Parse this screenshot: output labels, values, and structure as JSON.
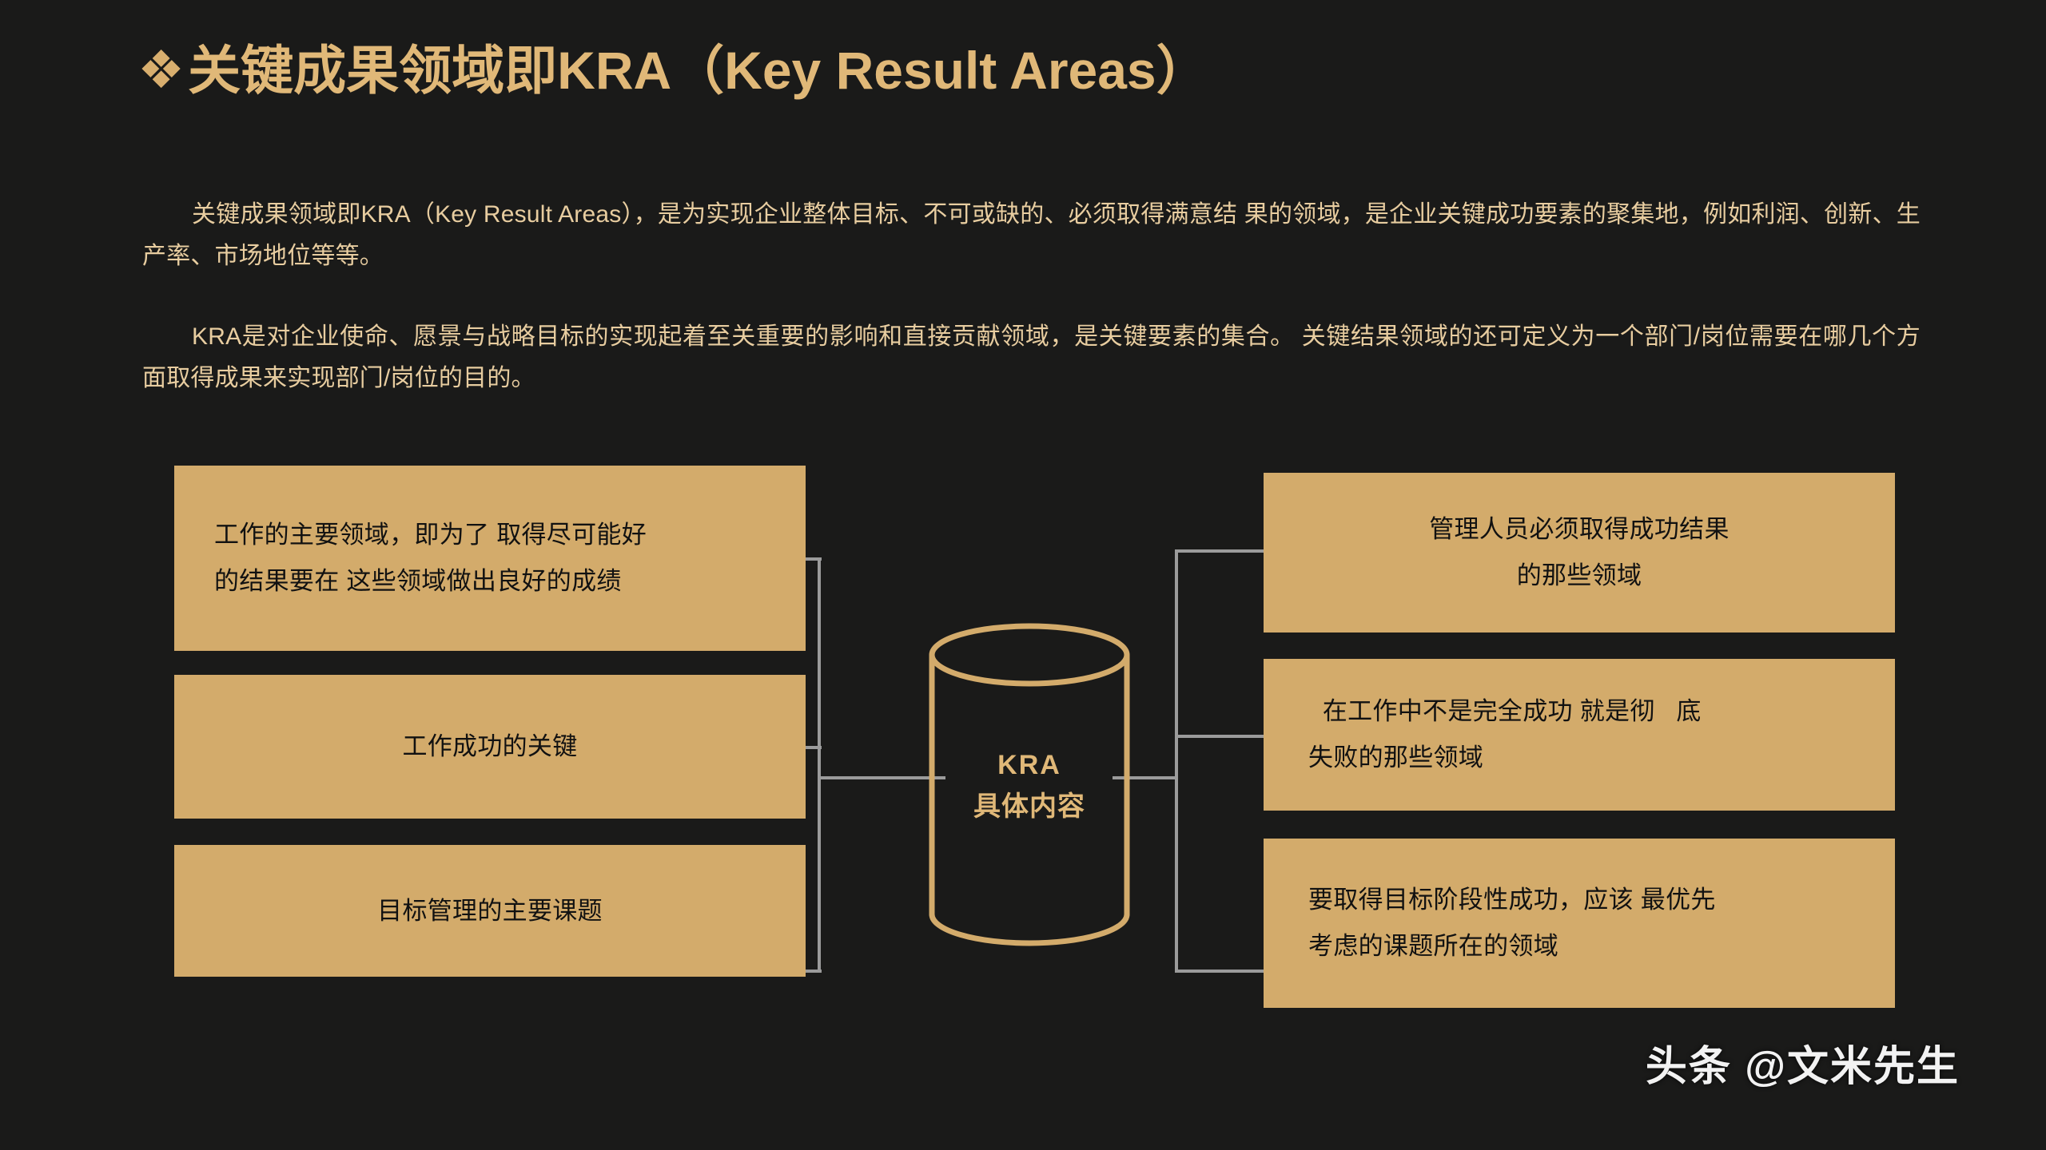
{
  "slide": {
    "background_color": "#1a1a19",
    "accent_gold": "#d3ab6b",
    "title_gold": "#e0b878",
    "connector_gray": "#9b9b9b"
  },
  "title": {
    "bullet": "❖",
    "text": "关键成果领域即KRA（Key Result Areas）"
  },
  "body": {
    "paragraph_1": "关键成果领域即KRA（Key Result Areas），是为实现企业整体目标、不可或缺的、必须取得满意结 果的领域，是企业关键成功要素的聚集地，例如利润、创新、生产率、市场地位等等。",
    "paragraph_2": "KRA是对企业使命、愿景与战略目标的实现起着至关重要的影响和直接贡献领域，是关键要素的集合。 关键结果领域的还可定义为一个部门/岗位需要在哪几个方面取得成果来实现部门/岗位的目的。"
  },
  "center_node": {
    "line1": "KRA",
    "line2": "具体内容"
  },
  "left_boxes": [
    {
      "line1": "工作的主要领域，即为了 取得尽可能好",
      "line2": "的结果要在 这些领域做出良好的成绩"
    },
    {
      "line1": "工作成功的关键",
      "line2": ""
    },
    {
      "line1": "目标管理的主要课题",
      "line2": ""
    }
  ],
  "right_boxes": [
    {
      "line1": "管理人员必须取得成功结果",
      "line2": "的那些领域"
    },
    {
      "line1": "  在工作中不是完全成功 就是彻   底",
      "line2": "失败的那些领域"
    },
    {
      "line1": "要取得目标阶段性成功，应该 最优先",
      "line2": "考虑的课题所在的领域"
    }
  ],
  "watermark": {
    "text": "头条 @文米先生"
  }
}
